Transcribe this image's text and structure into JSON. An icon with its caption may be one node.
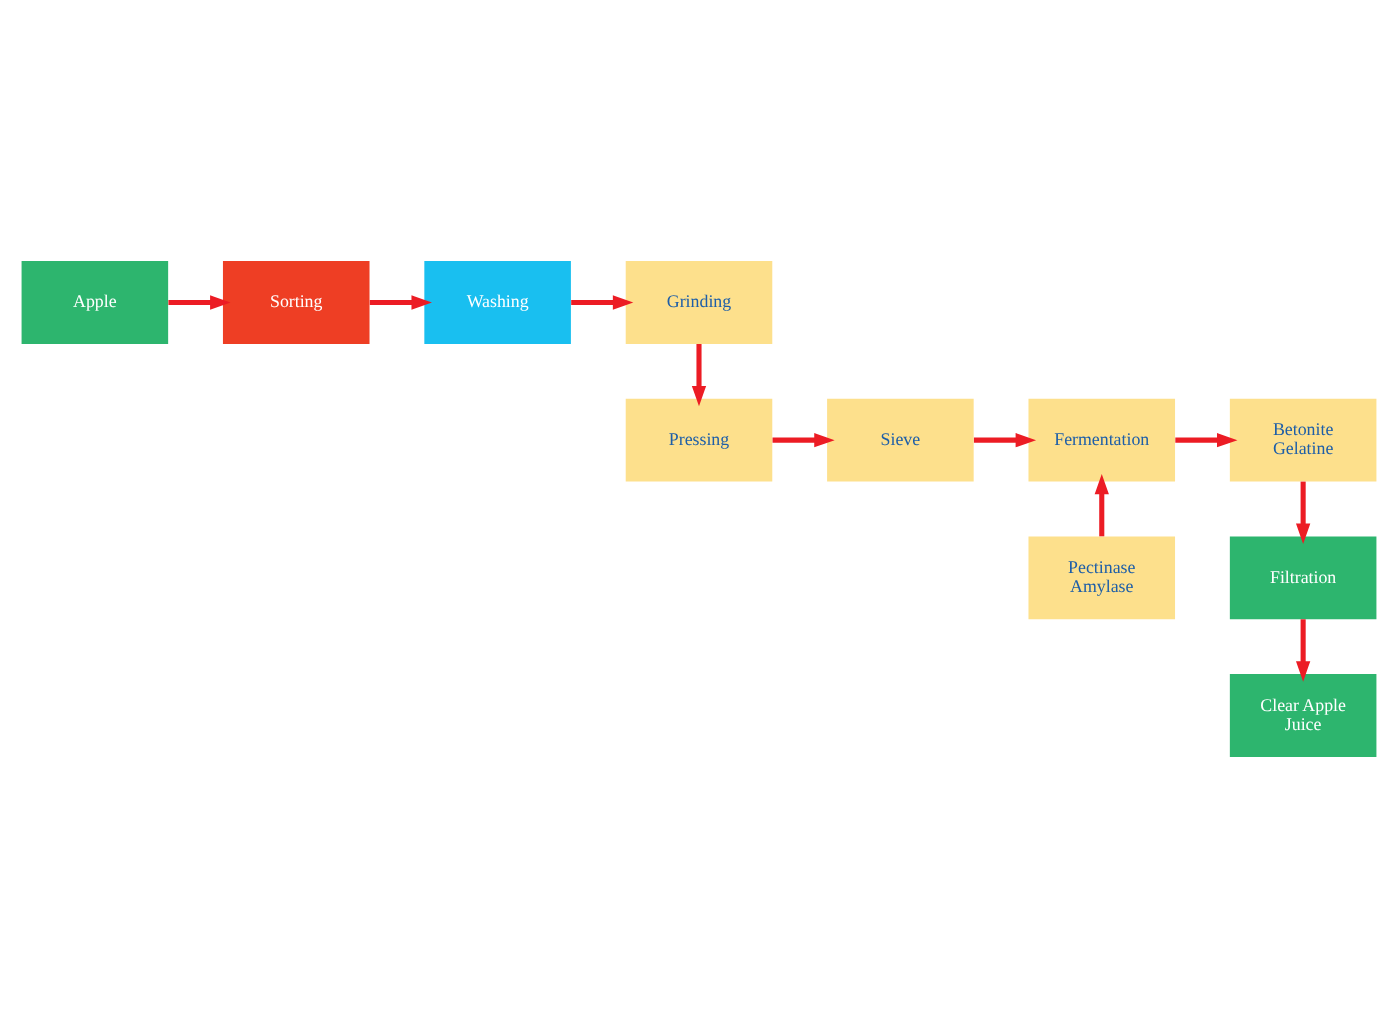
{
  "diagram": {
    "nodes": [
      {
        "text": [
          "Apple"
        ]
      },
      {
        "text": [
          "Sorting"
        ]
      },
      {
        "text": [
          "Washing"
        ]
      },
      {
        "text": [
          "Grinding"
        ]
      },
      {
        "text": [
          "Pressing"
        ]
      },
      {
        "text": [
          "Sieve"
        ]
      },
      {
        "text": [
          "Fermentation"
        ]
      },
      {
        "text": [
          "Betonite Gelatine"
        ]
      },
      {
        "text": [
          "Pectinase Amylase"
        ]
      },
      {
        "text": [
          "Filtration"
        ]
      },
      {
        "text": [
          "Clear Apple Juice"
        ]
      }
    ],
    "edges": [
      {
        "from": 0,
        "to": 1,
        "arrow": "to"
      },
      {
        "from": 1,
        "to": 2,
        "arrow": "to"
      },
      {
        "from": 2,
        "to": 3,
        "arrow": "to"
      },
      {
        "from": 3,
        "to": 4,
        "arrow": "to"
      },
      {
        "from": 4,
        "to": 5,
        "arrow": "to"
      },
      {
        "from": 5,
        "to": 6,
        "arrow": "to"
      },
      {
        "from": 6,
        "to": 7,
        "arrow": "to"
      },
      {
        "from": 8,
        "to": 6,
        "arrow": "to"
      },
      {
        "from": 7,
        "to": 9,
        "arrow": "to"
      },
      {
        "from": 9,
        "to": 10,
        "arrow": "to"
      }
    ]
  }
}
